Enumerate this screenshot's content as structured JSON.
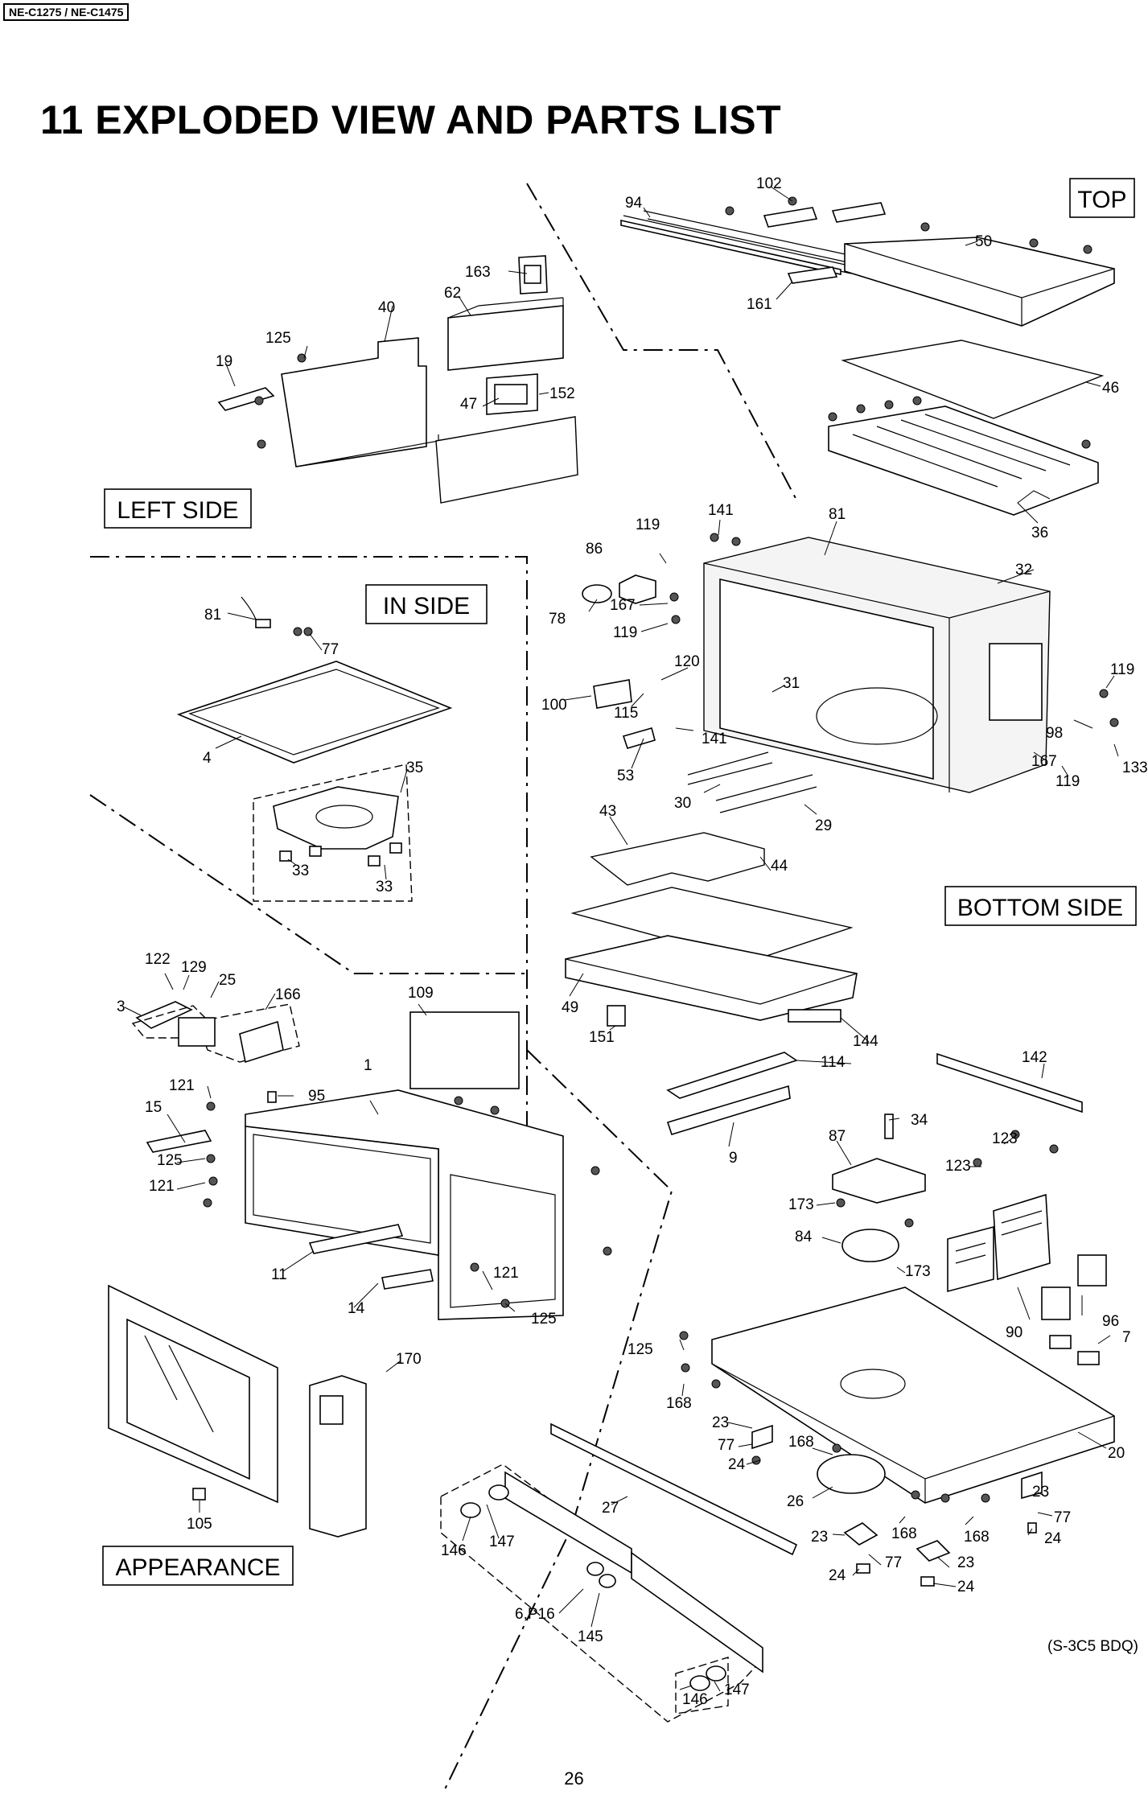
{
  "header": {
    "model": "NE-C1275 / NE-C1475"
  },
  "title": "11 EXPLODED VIEW AND PARTS LIST",
  "sections": {
    "top": "TOP",
    "left_side": "LEFT SIDE",
    "in_side": "IN SIDE",
    "bottom_side": "BOTTOM SIDE",
    "appearance": "APPEARANCE"
  },
  "part_labels": {
    "p102": "102",
    "p94": "94",
    "p50": "50",
    "p161": "161",
    "p46": "46",
    "p36": "36",
    "p163": "163",
    "p62": "62",
    "p40": "40",
    "p125a": "125",
    "p19": "19",
    "p47": "47",
    "p152": "152",
    "p141a": "141",
    "p81a": "81",
    "p119a": "119",
    "p86": "86",
    "p32": "32",
    "p167a": "167",
    "p78": "78",
    "p119b": "119",
    "p120": "120",
    "p31": "31",
    "p119c": "119",
    "p100": "100",
    "p115": "115",
    "p141b": "141",
    "p98": "98",
    "p133": "133",
    "p167b": "167",
    "p119d": "119",
    "p53": "53",
    "p30": "30",
    "p29": "29",
    "p81b": "81",
    "p77a": "77",
    "p4": "4",
    "p35": "35",
    "p33a": "33",
    "p33b": "33",
    "p43": "43",
    "p44": "44",
    "p49": "49",
    "p151": "151",
    "p144": "144",
    "p114": "114",
    "p142": "142",
    "p9": "9",
    "p34": "34",
    "p87": "87",
    "p123a": "123",
    "p123b": "123",
    "p173a": "173",
    "p84": "84",
    "p173b": "173",
    "p90": "90",
    "p96": "96",
    "p7": "7",
    "p122": "122",
    "p129": "129",
    "p25": "25",
    "p166": "166",
    "p3": "3",
    "p109": "109",
    "p95": "95",
    "p1": "1",
    "p121a": "121",
    "p15": "15",
    "p125b": "125",
    "p121b": "121",
    "p11": "11",
    "p121c": "121",
    "p14": "14",
    "p125c": "125",
    "p170": "170",
    "p105": "105",
    "p125d": "125",
    "p168a": "168",
    "p23a": "23",
    "p77b": "77",
    "p24a": "24",
    "p168b": "168",
    "p20": "20",
    "p26": "26",
    "p23b": "23",
    "p77c": "77",
    "p24b": "24",
    "p23c": "23",
    "p168c": "168",
    "p168d": "168",
    "p24c": "24",
    "p77d": "77",
    "p23d": "23",
    "p24d": "24",
    "p27": "27",
    "p146a": "146",
    "p147a": "147",
    "p6p16": "6,P16",
    "p145": "145",
    "p146b": "146",
    "p147b": "147"
  },
  "diagram_code": "(S-3C5 BDQ)",
  "page_number": "26"
}
